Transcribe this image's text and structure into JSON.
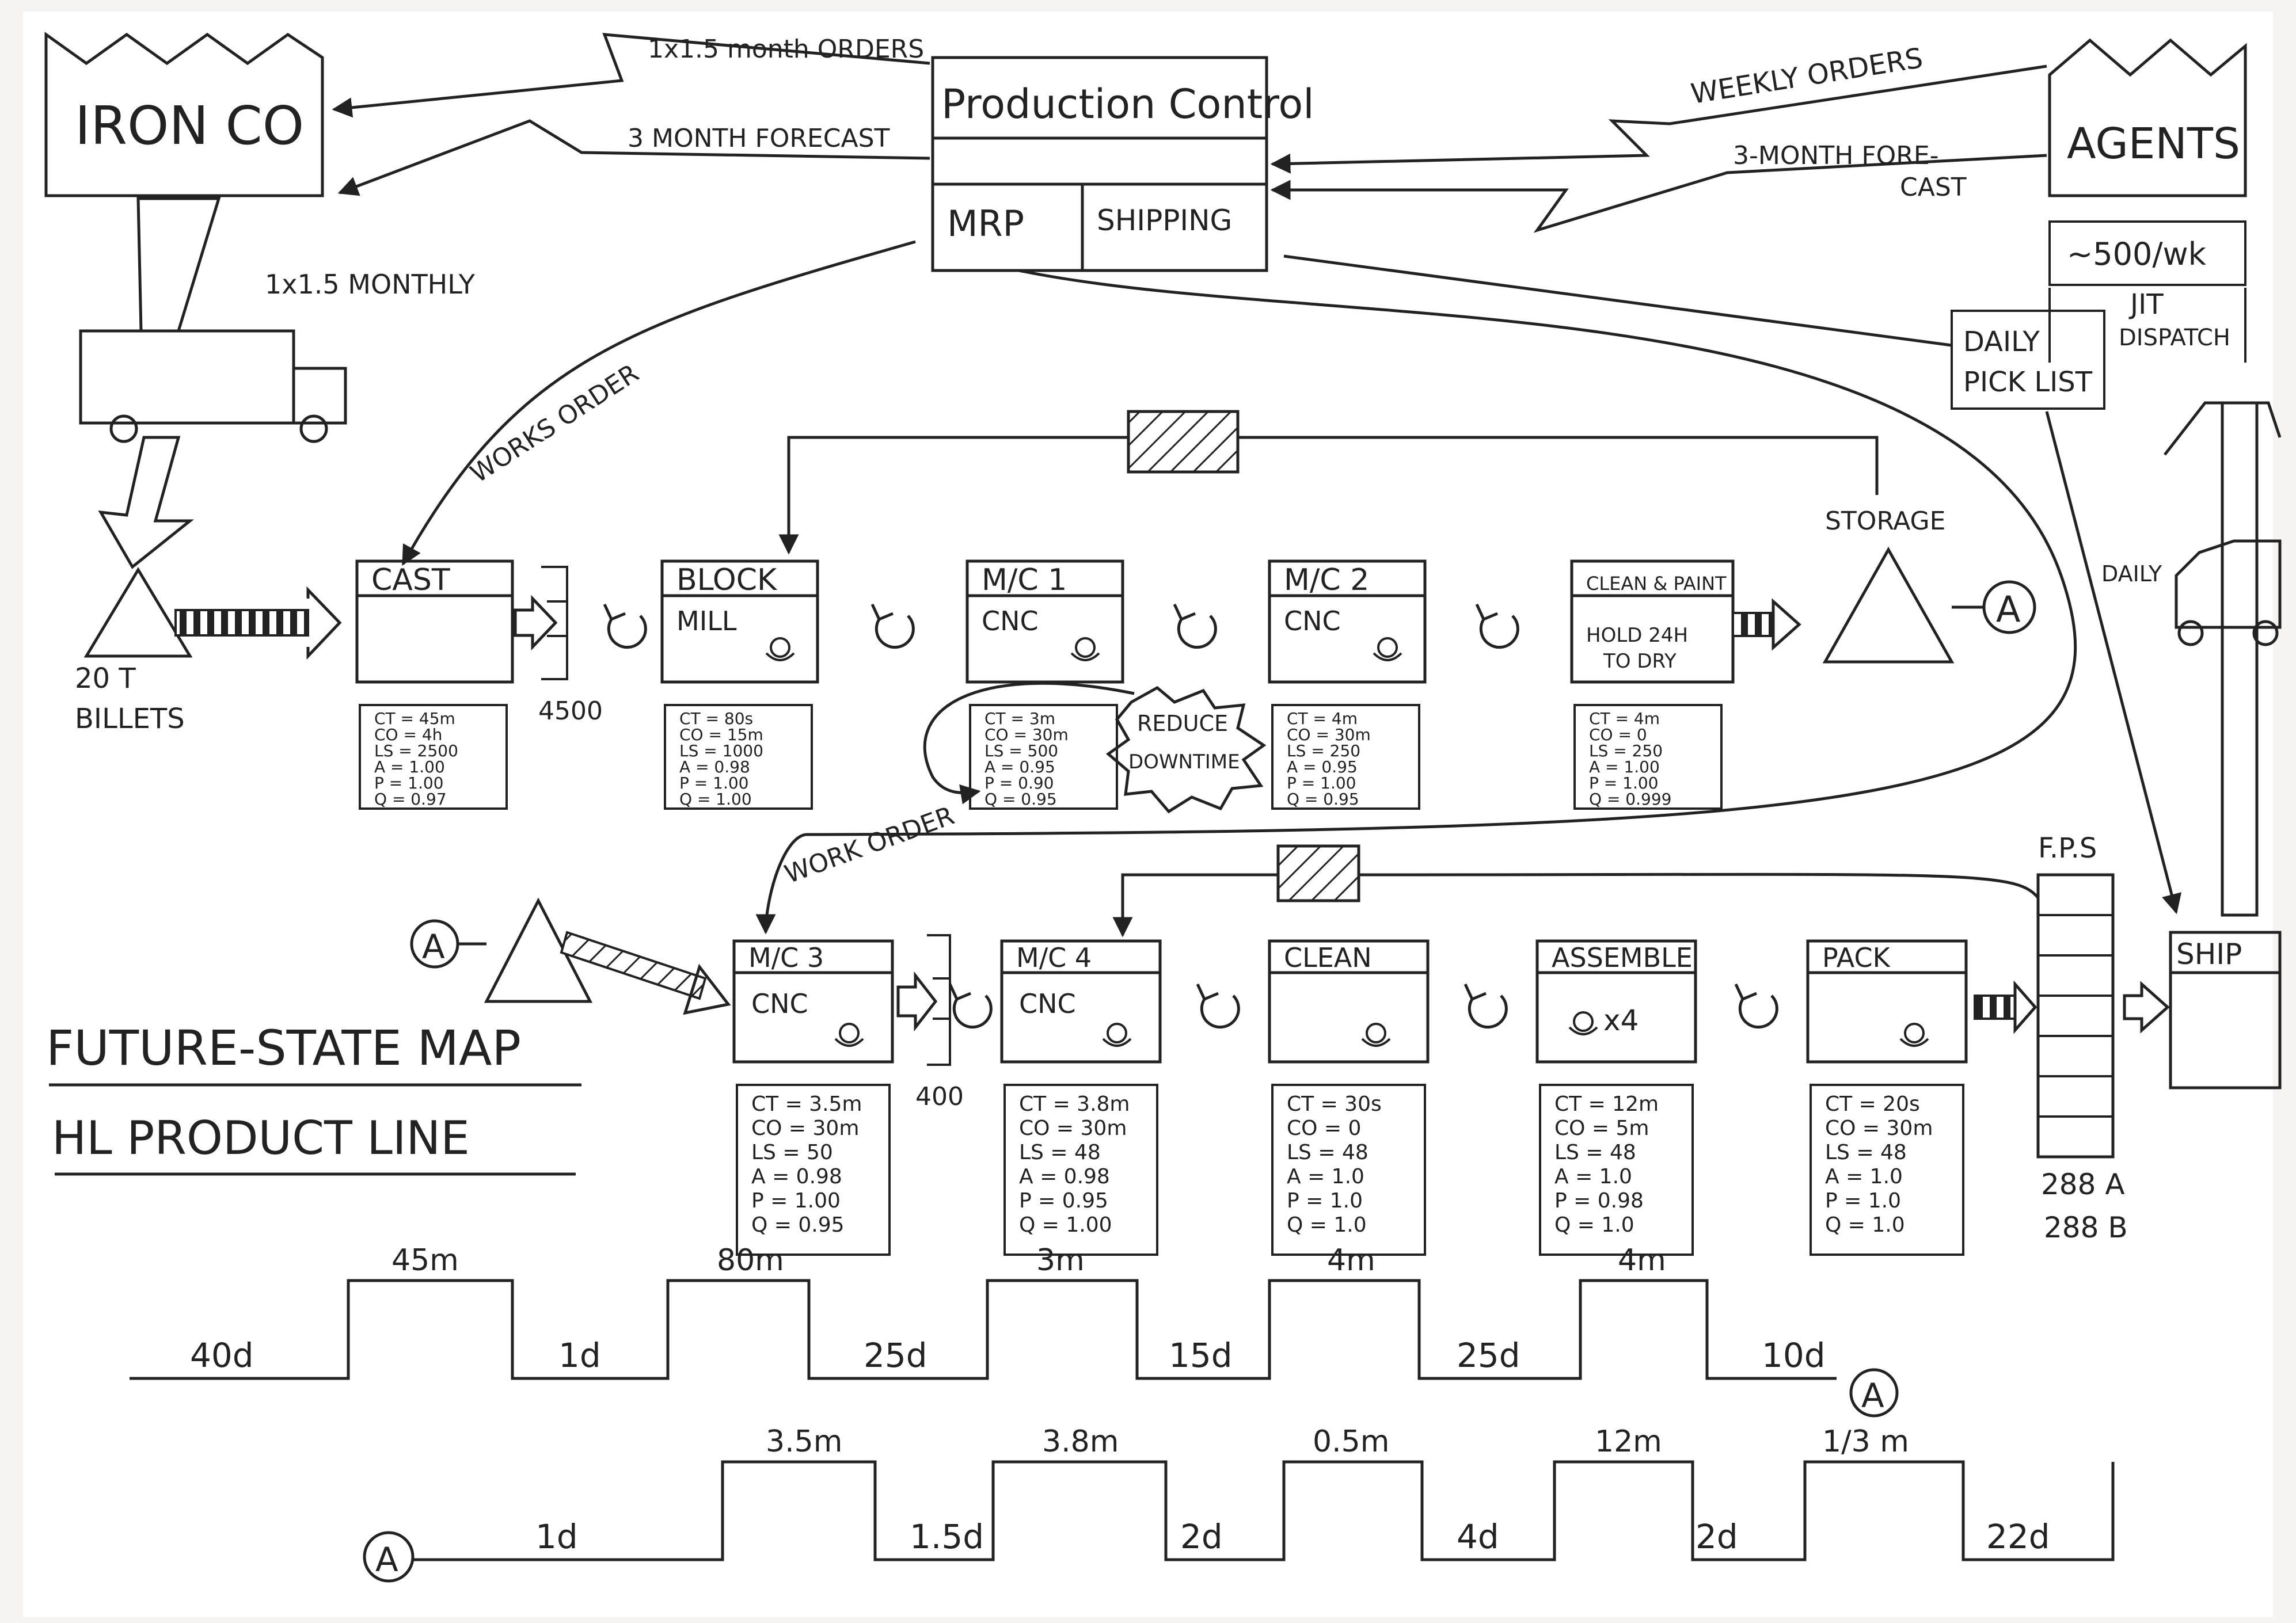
{
  "title": {
    "line1": "FUTURE-STATE MAP",
    "line2": "HL PRODUCT LINE"
  },
  "supplier": {
    "name": "IRON CO"
  },
  "customer": {
    "name": "AGENTS",
    "demand": "~500/wk",
    "dispatch_1": "JIT",
    "dispatch_2": "DISPATCH"
  },
  "control": {
    "title": "Production Control",
    "left": "MRP",
    "right": "SHIPPING"
  },
  "info_flows": {
    "orders_to_supplier": "1x1.5 month ORDERS",
    "forecast_to_supplier": "3 MONTH FORECAST",
    "weekly_orders": "WEEKLY ORDERS",
    "customer_forecast_1": "3-MONTH FORE-",
    "customer_forecast_2": "CAST",
    "delivery_freq": "1x1.5 MONTHLY",
    "works_order": "WORKS ORDER",
    "work_order": "WORK ORDER",
    "daily_pick_1": "DAILY",
    "daily_pick_2": "PICK LIST",
    "daily_ship": "DAILY"
  },
  "raw": {
    "qty": "20 T",
    "label": "BILLETS"
  },
  "storage": {
    "label": "STORAGE",
    "connector": "A"
  },
  "kaizen": {
    "line1": "REDUCE",
    "line2": "DOWNTIME"
  },
  "row1": [
    {
      "title": "CAST",
      "sub": "",
      "data": [
        "CT = 45m",
        "CO = 4h",
        "LS = 2500",
        "A = 1.00",
        "P = 1.00",
        "Q = 0.97"
      ]
    },
    {
      "title": "BLOCK",
      "sub": "MILL",
      "data": [
        "CT = 80s",
        "CO = 15m",
        "LS = 1000",
        "A = 0.98",
        "P = 1.00",
        "Q = 1.00"
      ]
    },
    {
      "title": "M/C 1",
      "sub": "CNC",
      "data": [
        "CT = 3m",
        "CO = 30m",
        "LS = 500",
        "A = 0.95",
        "P = 0.90",
        "Q = 0.95"
      ]
    },
    {
      "title": "M/C 2",
      "sub": "CNC",
      "data": [
        "CT = 4m",
        "CO = 30m",
        "LS = 250",
        "A = 0.95",
        "P = 1.00",
        "Q = 0.95"
      ]
    },
    {
      "title": "CLEAN & PAINT",
      "sub": "HOLD 24H",
      "sub2": "TO DRY",
      "data": [
        "CT = 4m",
        "CO = 0",
        "LS = 250",
        "A = 1.00",
        "P = 1.00",
        "Q = 0.999"
      ]
    }
  ],
  "row2": [
    {
      "title": "M/C 3",
      "sub": "CNC",
      "data": [
        "CT = 3.5m",
        "CO = 30m",
        "LS = 50",
        "A = 0.98",
        "P = 1.00",
        "Q = 0.95"
      ]
    },
    {
      "title": "M/C 4",
      "sub": "CNC",
      "data": [
        "CT = 3.8m",
        "CO = 30m",
        "LS = 48",
        "A = 0.98",
        "P = 0.95",
        "Q = 1.00"
      ]
    },
    {
      "title": "CLEAN",
      "sub": "",
      "data": [
        "CT = 30s",
        "CO = 0",
        "LS = 48",
        "A = 1.0",
        "P = 1.0",
        "Q = 1.0"
      ]
    },
    {
      "title": "ASSEMBLE",
      "sub": "x4",
      "data": [
        "CT = 12m",
        "CO = 5m",
        "LS = 48",
        "A = 1.0",
        "P = 0.98",
        "Q = 1.0"
      ]
    },
    {
      "title": "PACK",
      "sub": "",
      "data": [
        "CT = 20s",
        "CO = 30m",
        "LS = 48",
        "A = 1.0",
        "P = 1.0",
        "Q = 1.0"
      ]
    }
  ],
  "buffers": {
    "cast": "4500",
    "mc3": "400"
  },
  "fgs": {
    "label": "F.P.S",
    "qty_a": "288 A",
    "qty_b": "288 B"
  },
  "ship": {
    "label": "SHIP"
  },
  "timeline1": {
    "waits": [
      "40d",
      "1d",
      "25d",
      "15d",
      "25d",
      "10d"
    ],
    "processes": [
      "45m",
      "80m",
      "3m",
      "4m",
      "4m"
    ],
    "end_connector": "A"
  },
  "timeline2": {
    "start_connector": "A",
    "waits": [
      "1d",
      "1.5d",
      "2d",
      "4d",
      "2d",
      "22d"
    ],
    "processes": [
      "3.5m",
      "3.8m",
      "0.5m",
      "12m",
      "1/3 m"
    ]
  }
}
